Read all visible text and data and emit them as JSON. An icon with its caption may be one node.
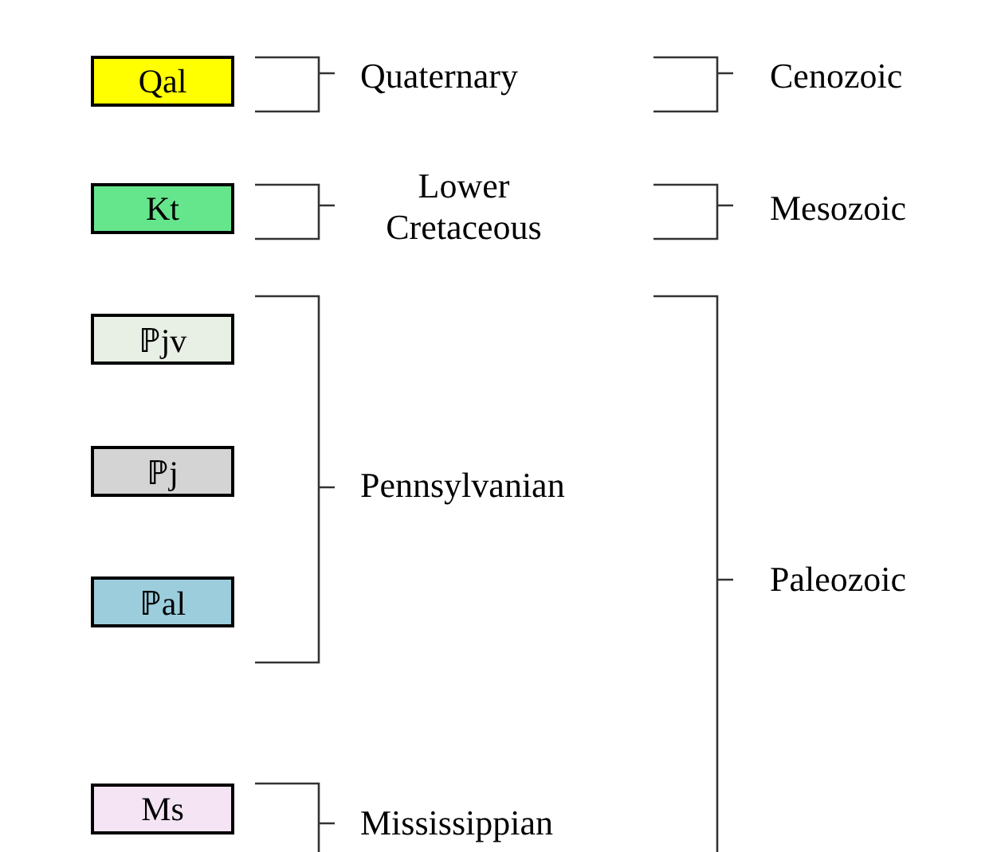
{
  "diagram": {
    "nodes": [
      {
        "text": [
          "Qal"
        ]
      },
      {
        "text": [
          "Kt"
        ]
      },
      {
        "text": [
          "ℙjv"
        ]
      },
      {
        "text": [
          "ℙj"
        ]
      },
      {
        "text": [
          "ℙal"
        ]
      },
      {
        "text": [
          "Ms"
        ]
      }
    ],
    "labels": [
      "Quaternary",
      "Cenozoic",
      "Lower Cretaceous",
      "Mesozoic",
      "Pennsylvanian",
      "Paleozoic",
      "Mississippian"
    ]
  }
}
